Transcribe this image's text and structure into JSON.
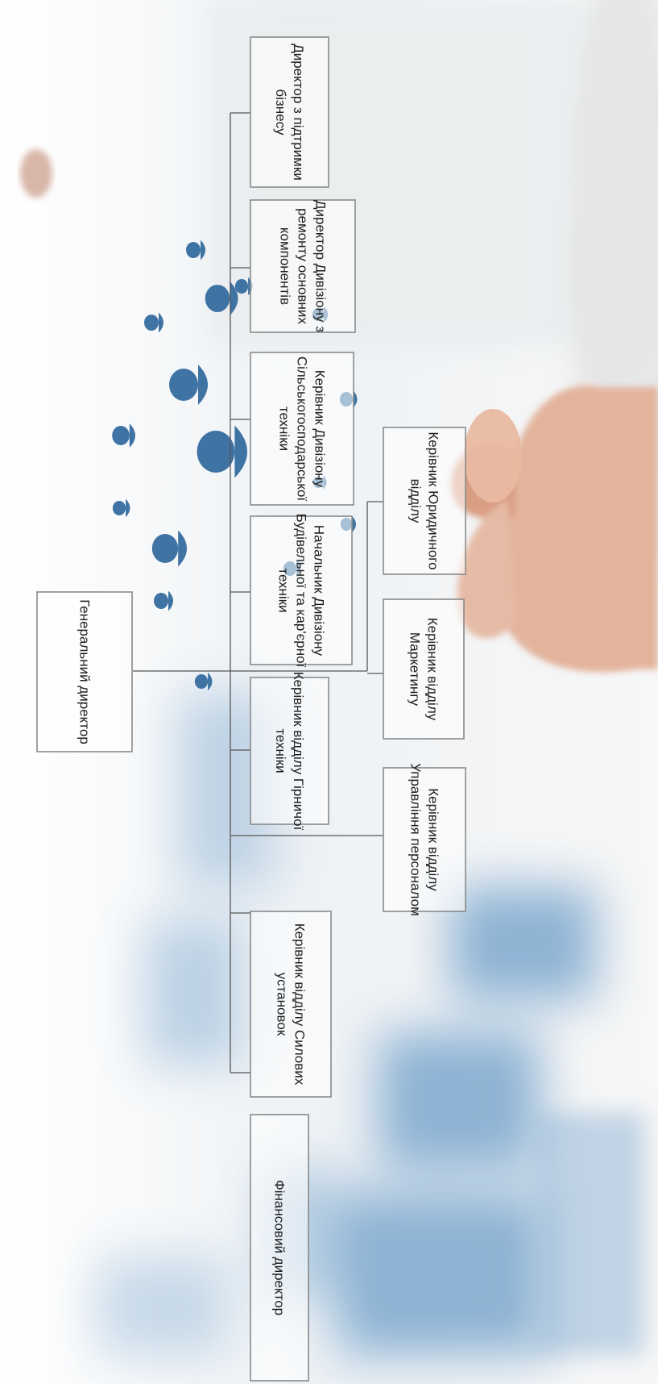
{
  "org_chart": {
    "root": {
      "lines": [
        "Генеральний директор"
      ]
    },
    "upper_row": [
      {
        "lines": [
          "Фінансовий директор"
        ]
      },
      {
        "lines": [
          "Керівник відділу Силових",
          "установок"
        ]
      },
      {
        "lines": [
          "Керівник відділу Гірничої",
          "техніки"
        ]
      },
      {
        "lines": [
          "Начальник Дивізіону",
          "Будівельної та кар'єрної",
          "техніки"
        ]
      },
      {
        "lines": [
          "Керівник Дивізіону",
          "Сільськогосподарської",
          "техніки"
        ]
      },
      {
        "lines": [
          "Директор Дивізіону з",
          "ремонту основних",
          "компонентів"
        ]
      },
      {
        "lines": [
          "Директор з підтримки",
          "бізнесу"
        ]
      }
    ],
    "lower_row": [
      {
        "lines": [
          "Керівник відділу",
          "Управління персоналом"
        ]
      },
      {
        "lines": [
          "Керівник відділу",
          "Маркетингу"
        ]
      },
      {
        "lines": [
          "Керівник Юридичного",
          "відділу"
        ]
      }
    ]
  },
  "colors": {
    "sky_blue": "#5f93c2",
    "people_icons": "#3f73a4",
    "skin": "#e0a98e"
  }
}
